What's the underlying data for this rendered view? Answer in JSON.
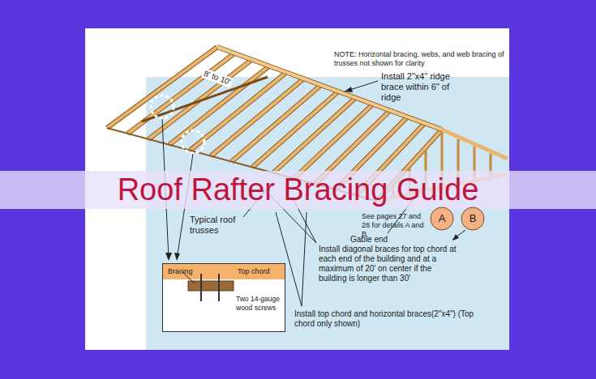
{
  "diagram": {
    "title": "Roof Rafter Bracing Guide",
    "nodes": [
      {
        "text": [
          "A"
        ]
      },
      {
        "text": [
          "B"
        ]
      },
      {
        "text": [
          "Bracing",
          "Top chord",
          "Two 14-gauge wood screws"
        ]
      }
    ],
    "labels": [
      "NOTE: Horizontal bracing, webs, and web bracing of trusses not shown for clarity",
      "Install 2\"x4\" ridge brace within 6\" of ridge",
      "8' to 10'",
      "Typical roof trusses",
      "See pages 27 and 28 for details A and B",
      "Gable end",
      "Install diagonal braces for top chord at each end of the building and at a maximum of 20' on center if the building is longer than 30'",
      "Install top chord and horizontal braces(2\"x4\") (Top chord only shown)"
    ]
  }
}
